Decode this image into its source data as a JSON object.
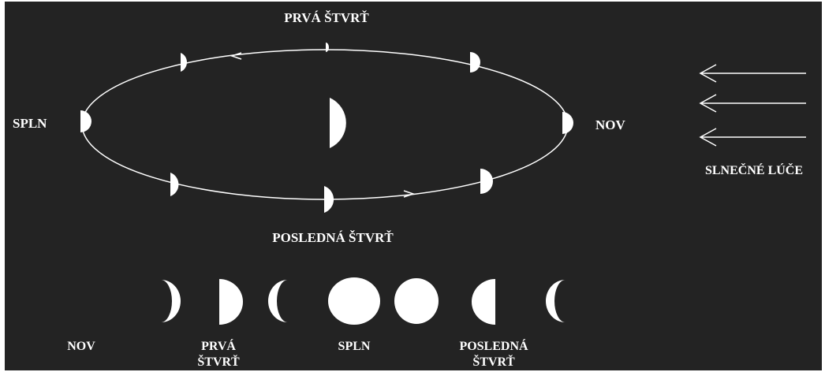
{
  "colors": {
    "background": "#232323",
    "foreground": "#ffffff",
    "frame": "#ffffff"
  },
  "orbit_labels": {
    "first_quarter": "PRVÁ ŠTVRŤ",
    "full_moon": "SPLN",
    "new_moon": "NOV",
    "last_quarter": "POSLEDNÁ ŠTVRŤ"
  },
  "sun_rays_label": "SLNEČNÉ LÚČE",
  "phase_strip_labels": {
    "new_moon": "NOV",
    "first_quarter_line1": "PRVÁ",
    "first_quarter_line2": "ŠTVRŤ",
    "full_moon": "SPLN",
    "last_quarter_line1": "POSLEDNÁ",
    "last_quarter_line2": "ŠTVRŤ"
  },
  "icons": [
    "earth-icon",
    "moon-icon",
    "sun-ray-arrow-icon",
    "orbit-direction-arrow-icon"
  ]
}
